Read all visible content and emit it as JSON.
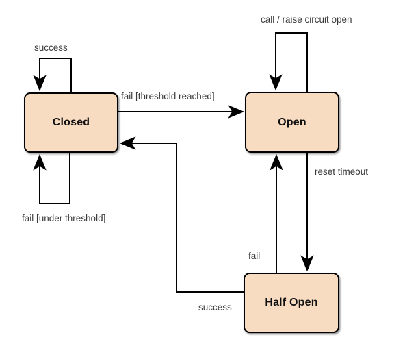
{
  "diagram": {
    "type": "state-machine",
    "states": [
      {
        "id": "closed",
        "label": "Closed"
      },
      {
        "id": "open",
        "label": "Open"
      },
      {
        "id": "half-open",
        "label": "Half Open"
      }
    ],
    "transitions": [
      {
        "id": "closed-success-loop",
        "from": "Closed",
        "to": "Closed",
        "label": "success"
      },
      {
        "id": "closed-fail-loop",
        "from": "Closed",
        "to": "Closed",
        "label": "fail [under threshold]"
      },
      {
        "id": "closed-to-open",
        "from": "Closed",
        "to": "Open",
        "label": "fail [threshold reached]"
      },
      {
        "id": "open-call-loop",
        "from": "Open",
        "to": "Open",
        "label": "call / raise circuit open"
      },
      {
        "id": "open-to-half-open",
        "from": "Open",
        "to": "Half Open",
        "label": "reset timeout"
      },
      {
        "id": "half-open-to-open",
        "from": "Half Open",
        "to": "Open",
        "label": "fail"
      },
      {
        "id": "half-open-to-closed",
        "from": "Half Open",
        "to": "Closed",
        "label": "success"
      }
    ],
    "colors": {
      "background": "#ffffff",
      "state_fill": "#f8dcc2",
      "state_border": "#000000",
      "edge_stroke": "#000000",
      "edge_label_text": "#3a3a3a",
      "state_label_text": "#111111"
    }
  }
}
